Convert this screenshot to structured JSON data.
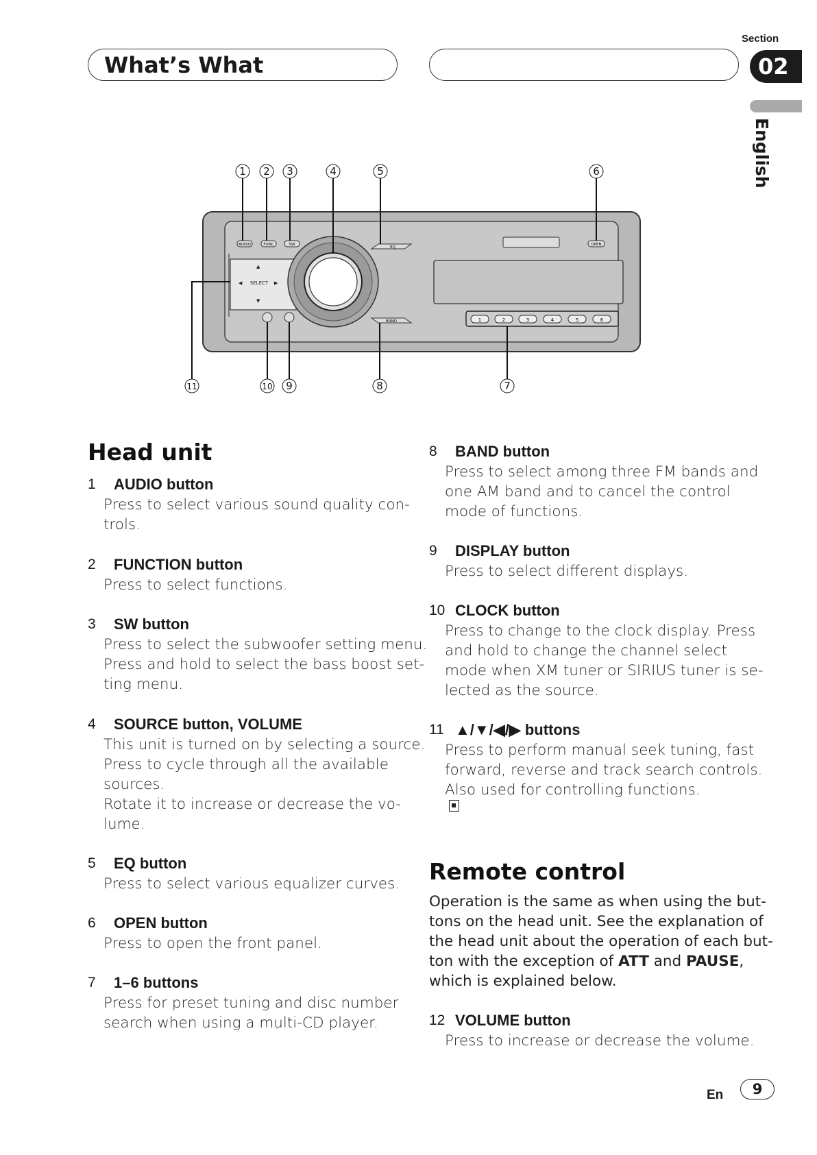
{
  "header": {
    "section_label": "Section",
    "section_number": "02",
    "title": "What’s What",
    "language": "English"
  },
  "diagram": {
    "top_callouts": [
      "1",
      "2",
      "3",
      "4",
      "5",
      "6"
    ],
    "bottom_callouts": [
      "11",
      "10",
      "9",
      "8",
      "7"
    ],
    "panel_labels": {
      "audio": "AUDIO",
      "func": "FUNC",
      "sw": "SW",
      "eq": "EQ",
      "open": "OPEN",
      "band": "BAND",
      "select": "SELECT",
      "presets": [
        "1",
        "2",
        "3",
        "4",
        "5",
        "6"
      ]
    }
  },
  "head_unit": {
    "heading": "Head unit",
    "items": [
      {
        "num": "1",
        "title": "AUDIO button",
        "body": [
          "Press to select various sound quality con-",
          "trols."
        ]
      },
      {
        "num": "2",
        "title": "FUNCTION button",
        "body": [
          "Press to select functions."
        ]
      },
      {
        "num": "3",
        "title": "SW button",
        "body": [
          "Press to select the subwoofer setting menu.",
          "Press and hold to select the bass boost set-",
          "ting menu."
        ]
      },
      {
        "num": "4",
        "title": "SOURCE button, VOLUME",
        "body": [
          "This unit is turned on by selecting a source.",
          "Press to cycle through all the available",
          "sources.",
          "Rotate it to increase or decrease the vo-",
          "lume."
        ]
      },
      {
        "num": "5",
        "title": "EQ button",
        "body": [
          "Press to select various equalizer curves."
        ]
      },
      {
        "num": "6",
        "title": "OPEN button",
        "body": [
          "Press to open the front panel."
        ]
      },
      {
        "num": "7",
        "title": "1–6 buttons",
        "body": [
          "Press for preset tuning and disc number",
          "search when using a multi-CD player."
        ]
      }
    ]
  },
  "right_items": [
    {
      "num": "8",
      "title": "BAND button",
      "body": [
        "Press to select among three FM bands and",
        "one AM band and to cancel the control",
        "mode of functions."
      ]
    },
    {
      "num": "9",
      "title": "DISPLAY button",
      "body": [
        "Press to select different displays."
      ]
    },
    {
      "num": "10",
      "title": "CLOCK button",
      "body": [
        "Press to change to the clock display. Press",
        "and hold to change the channel select",
        "mode when XM tuner or SIRIUS tuner is se-",
        "lected as the source."
      ]
    },
    {
      "num": "11",
      "title": "▲/▼/◀/▶ buttons",
      "body": [
        "Press to perform manual seek tuning, fast",
        "forward, reverse and track search controls.",
        "Also used for controlling functions."
      ]
    }
  ],
  "remote_control": {
    "heading": "Remote control",
    "para": {
      "line1": "Operation is the same as when using the but-",
      "line2": "tons on the head unit. See the explanation of",
      "line3": "the head unit about the operation of each but-",
      "line4_pre": "ton with the exception of ",
      "att": "ATT",
      "and": " and ",
      "pause": "PAUSE",
      "comma": ",",
      "line5": "which is explained below."
    },
    "item": {
      "num": "12",
      "title": "VOLUME button",
      "body": [
        "Press to increase or decrease the volume."
      ]
    }
  },
  "footer": {
    "lang": "En",
    "page": "9"
  }
}
